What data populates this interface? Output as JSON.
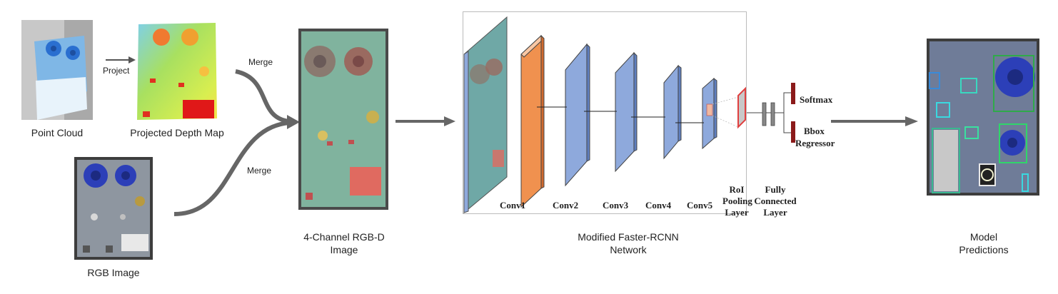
{
  "inputs": {
    "point_cloud_label": "Point Cloud",
    "depth_map_label": "Projected Depth Map",
    "rgb_label": "RGB Image",
    "project_label": "Project",
    "merge_top_label": "Merge",
    "merge_bottom_label": "Merge"
  },
  "rgbd": {
    "label_line1": "4-Channel RGB-D",
    "label_line2": "Image"
  },
  "network": {
    "label_line1": "Modified Faster-RCNN",
    "label_line2": "Network",
    "layers": [
      "Conv1",
      "Conv2",
      "Conv3",
      "Conv4",
      "Conv5"
    ],
    "roi_line1": "RoI",
    "roi_line2": "Pooling",
    "roi_line3": "Layer",
    "fc_line1": "Fully",
    "fc_line2": "Connected",
    "fc_line3": "Layer",
    "softmax_label": "Softmax",
    "bbox_line1": "Bbox",
    "bbox_line2": "Regressor"
  },
  "output": {
    "label_line1": "Model",
    "label_line2": "Predictions"
  },
  "colors": {
    "conv1": "#f0914f",
    "conv_blue": "#8ea9dc",
    "roi_red": "#e04040",
    "head_dark_red": "#8b1a1a",
    "arrow": "#666666"
  }
}
